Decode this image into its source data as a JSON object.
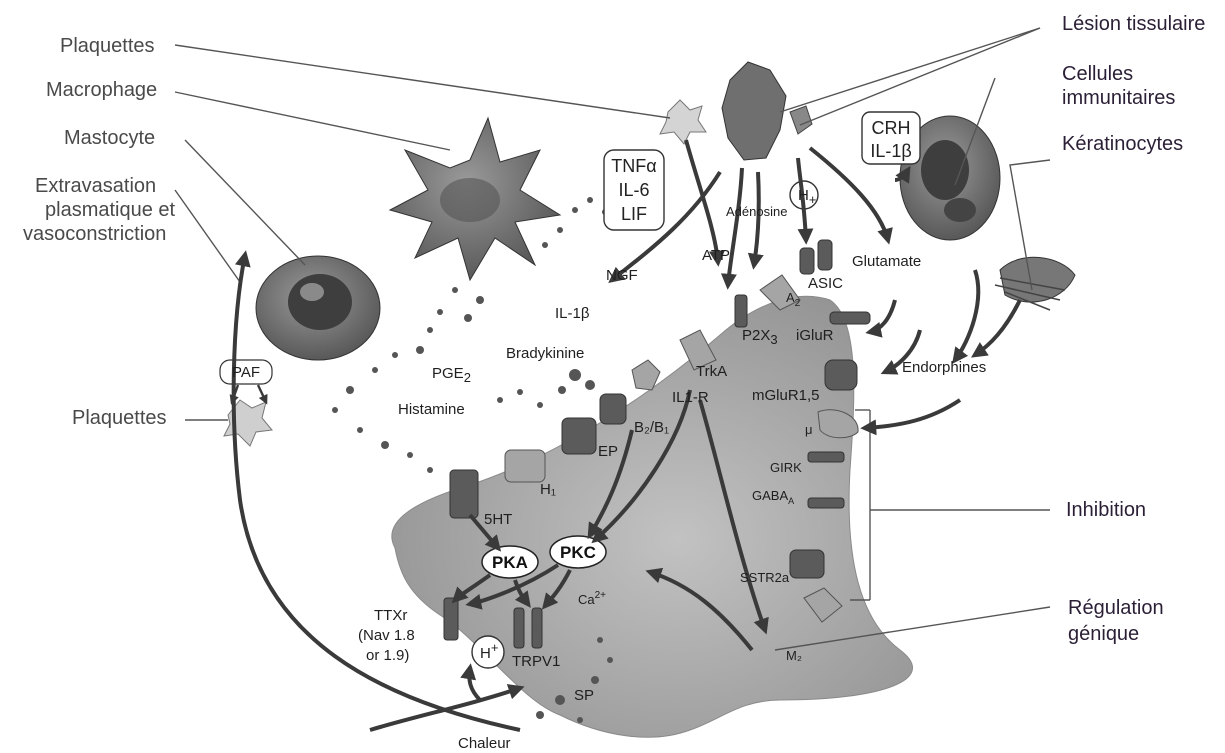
{
  "external_labels": {
    "plaquettes_top": "Plaquettes",
    "macrophage": "Macrophage",
    "mastocyte": "Mastocyte",
    "extravasation": [
      "Extravasation",
      "plasmatique et",
      "vasoconstriction"
    ],
    "plaquettes_left": "Plaquettes",
    "lesion_tissulaire": "Lésion tissulaire",
    "cellules_immunitaires": [
      "Cellules",
      "immunitaires"
    ],
    "keratinocytes": "Kératinocytes",
    "inhibition": "Inhibition",
    "regulation_genique": [
      "Régulation",
      "génique"
    ]
  },
  "boxes": {
    "cytokines": [
      "TNFα",
      "IL-6",
      "LIF"
    ],
    "crh": [
      "CRH",
      "IL-1β"
    ],
    "paf": "PAF"
  },
  "mediators": {
    "ngf": "NGF",
    "il1b": "IL-1β",
    "bradykinine": "Bradykinine",
    "pge2": "PGE",
    "pge2_sub": "2",
    "histamine": "Histamine",
    "adenosine": "Adénosine",
    "atp": "ATP",
    "h_plus_top": "H",
    "glutamate": "Glutamate",
    "endorphines": "Endorphines",
    "ca2": "Ca",
    "ca2_sup": "2+",
    "sp": "SP",
    "chaleur": "Chaleur",
    "h_plus_bottom": "H"
  },
  "receptors": {
    "p2x3": "P2X",
    "p2x3_sub": "3",
    "a2": "A",
    "a2_sub": "2",
    "asic": "ASIC",
    "iglur": "iGluR",
    "trka": "TrkA",
    "il1r": "IL1-R",
    "mglur": "mGluR1,5",
    "mu": "μ",
    "b2b1": "B₂/B₁",
    "ep": "EP",
    "h1": "H₁",
    "ht5": "5HT",
    "girk": "GIRK",
    "gaba": "GABA",
    "gaba_sub": "A",
    "sstr2a": "SSTR2a",
    "m2": "M₂",
    "ttxr": [
      "TTXr",
      "(Nav 1.8",
      "or 1.9)"
    ],
    "trpv1": "TRPV1"
  },
  "kinases": {
    "pka": "PKA",
    "pkc": "PKC"
  },
  "colors": {
    "neuron_fill": "#a9a9a9",
    "cell_fill": "#7d7d7d",
    "arrow": "#3a3a3a",
    "label_purple": "#2b1f36"
  }
}
